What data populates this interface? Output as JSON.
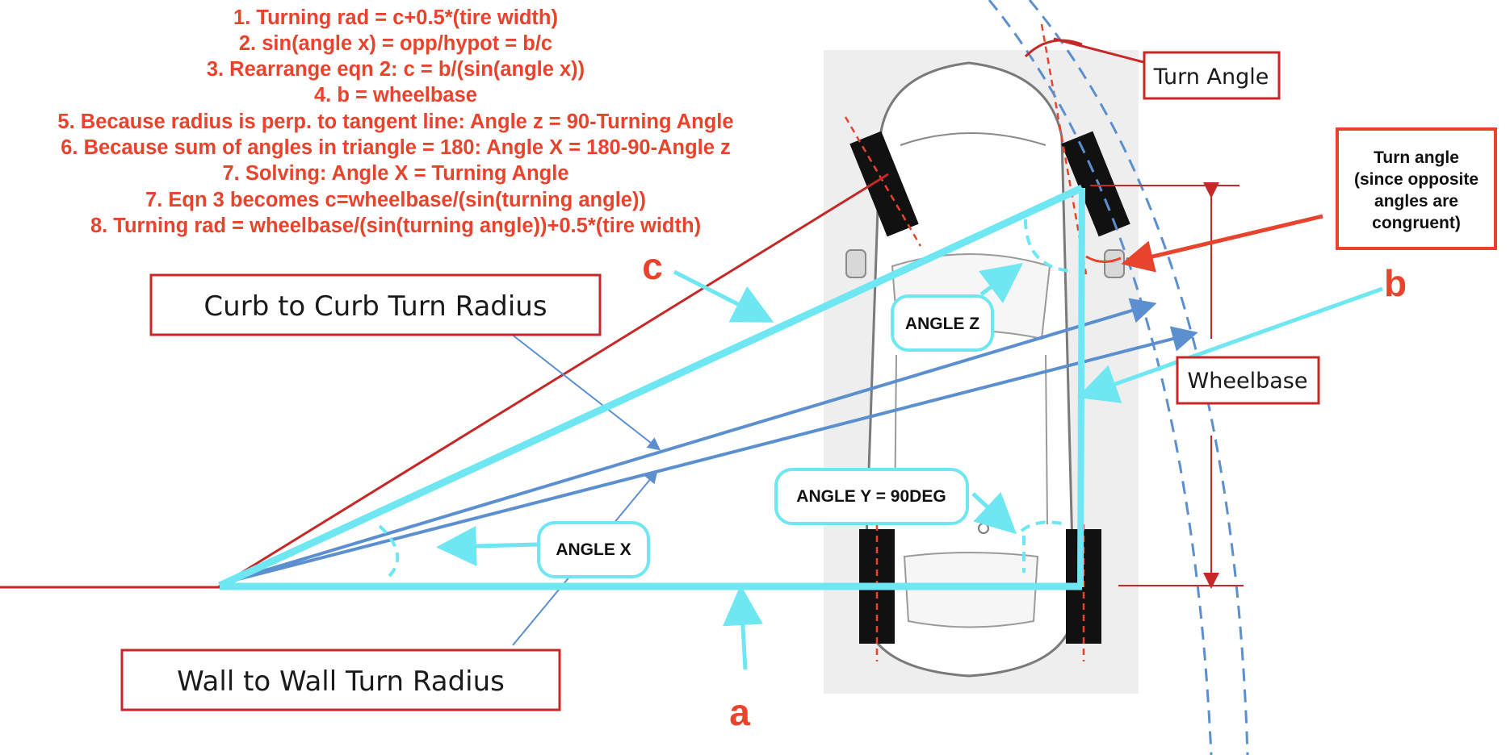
{
  "steps": [
    "1. Turning rad = c+0.5*(tire width)",
    "2. sin(angle x) = opp/hypot = b/c",
    "3. Rearrange eqn 2: c = b/(sin(angle x))",
    "4. b = wheelbase",
    "5. Because radius is perp. to tangent line: Angle z = 90-Turning Angle",
    "6. Because sum of angles in triangle = 180: Angle X = 180-90-Angle z",
    "7. Solving: Angle X = Turning Angle",
    "7. Eqn 3 becomes c=wheelbase/(sin(turning angle))",
    "8. Turning rad = wheelbase/(sin(turning angle))+0.5*(tire width)"
  ],
  "labels": {
    "curb_radius": "Curb to Curb Turn Radius",
    "wall_radius": "Wall to Wall Turn Radius",
    "turn_angle": "Turn Angle",
    "wheelbase": "Wheelbase"
  },
  "callout": {
    "lines": [
      "Turn angle",
      "(since opposite",
      "angles are",
      "congruent)"
    ]
  },
  "angles": {
    "x": "ANGLE X",
    "y": "ANGLE Y = 90DEG",
    "z": "ANGLE Z"
  },
  "sides": {
    "a": "a",
    "b": "b",
    "c": "c"
  },
  "colors": {
    "red": "#e8432c",
    "cyan": "#6ee7f2",
    "blue": "#5b8fd0",
    "dark_red": "#c62828"
  },
  "icons": [
    "car-top-view-icon",
    "tire-icon",
    "arrow-icon"
  ]
}
